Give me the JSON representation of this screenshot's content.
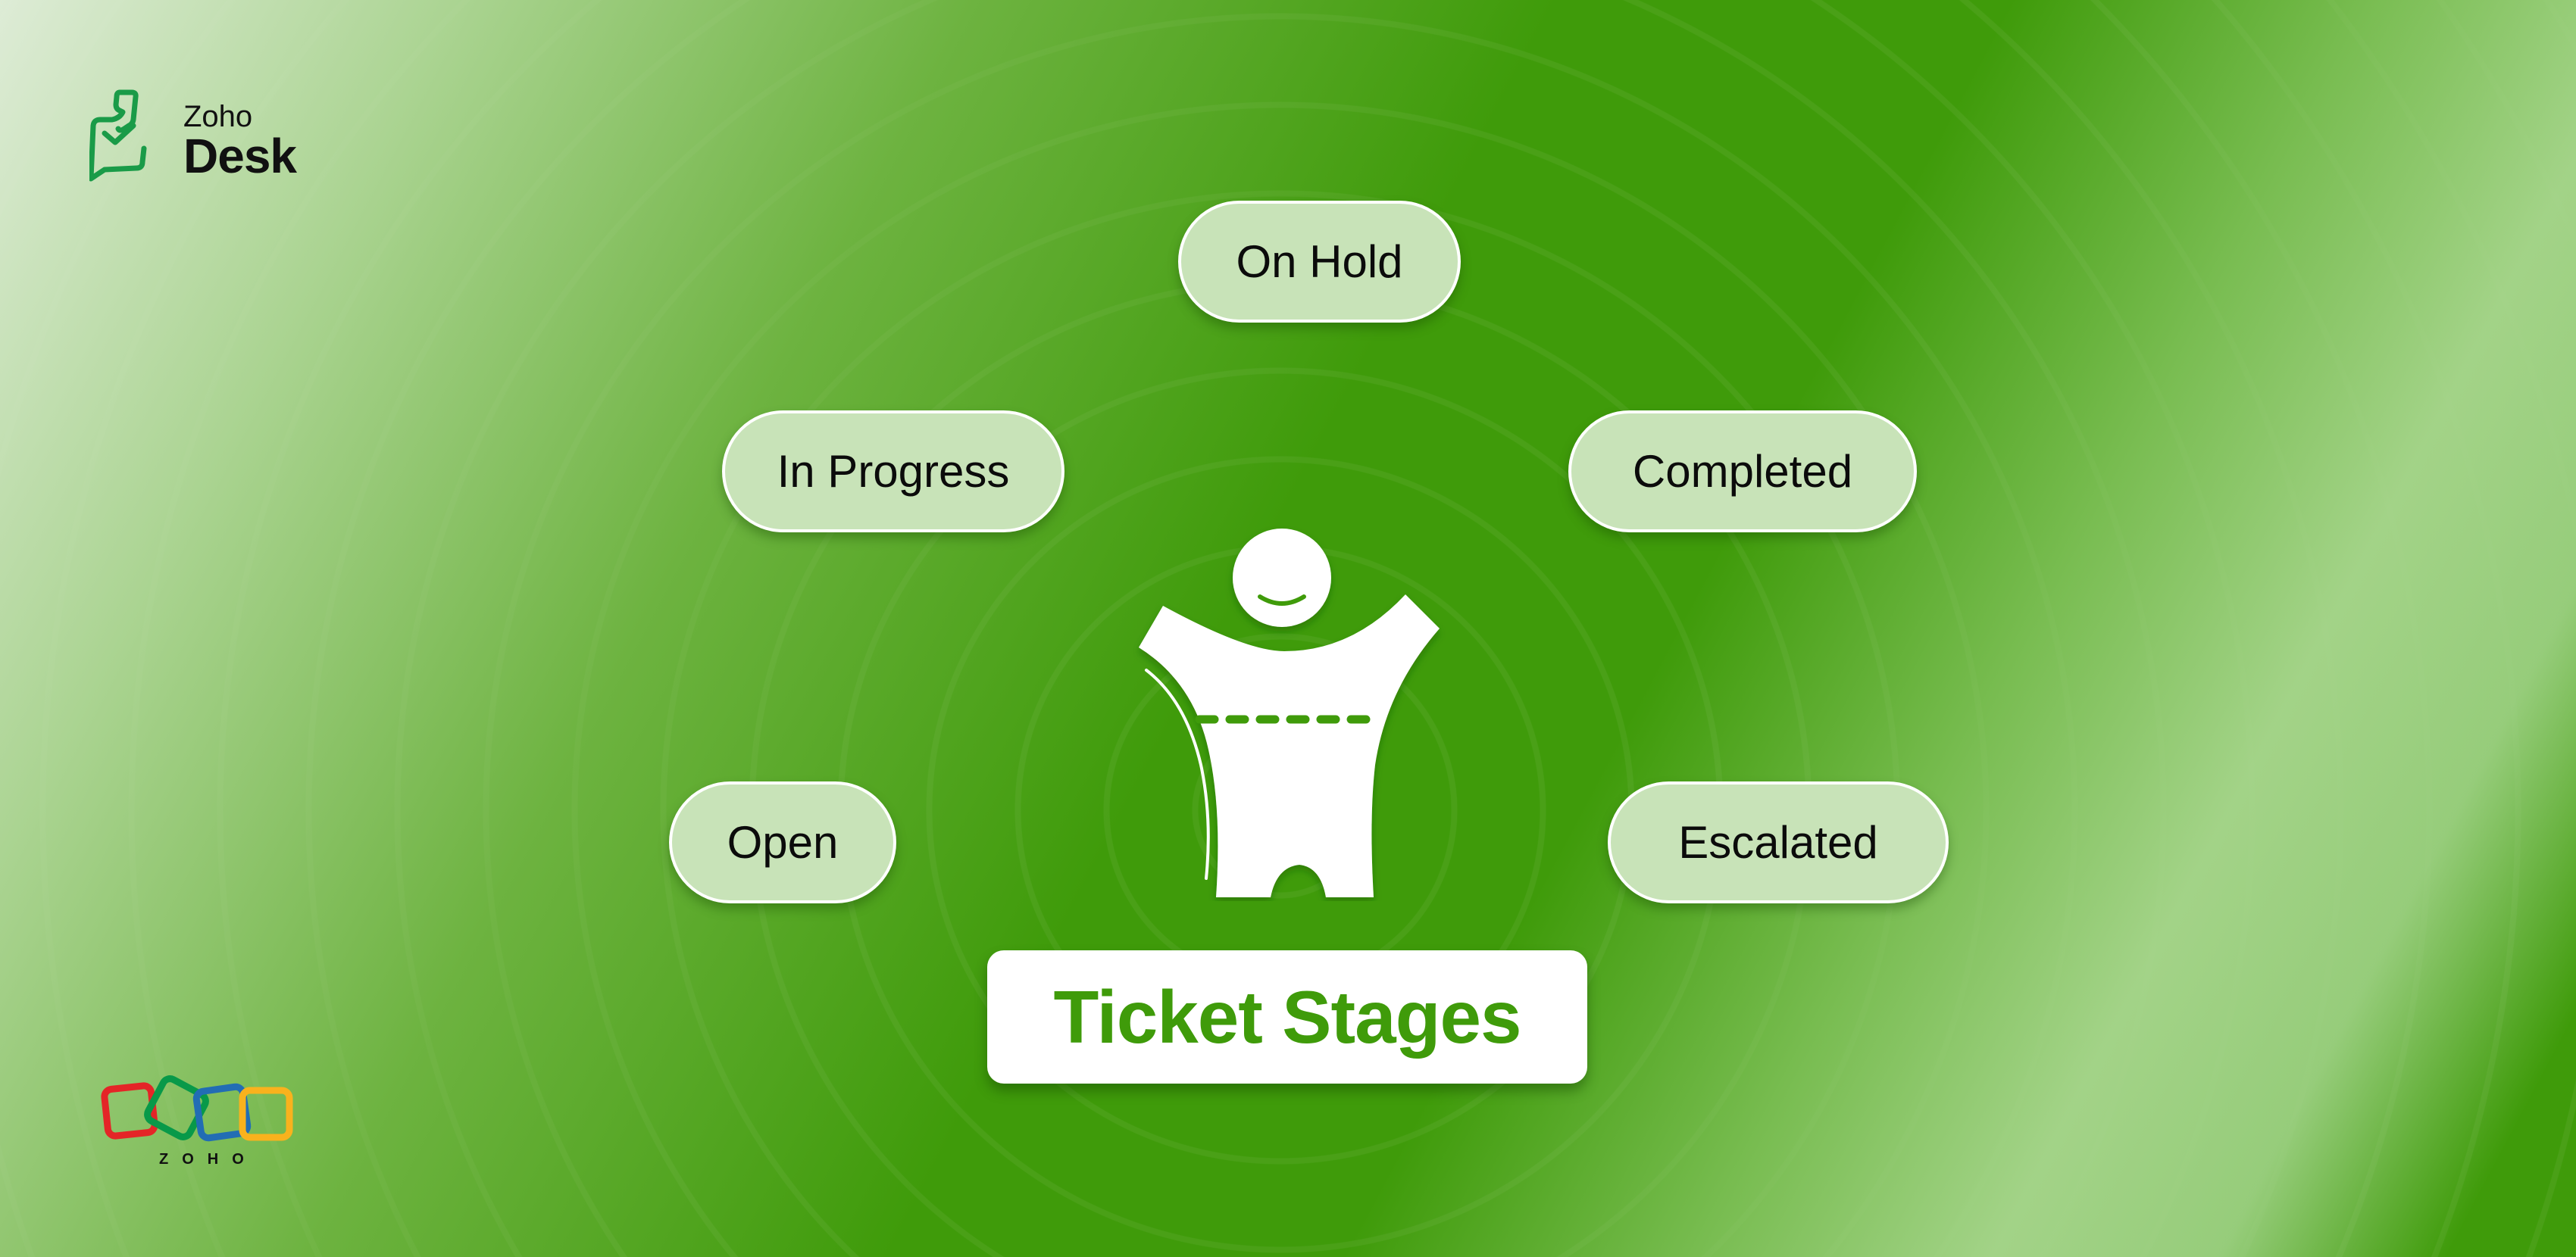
{
  "brand": {
    "product_logo": {
      "line1": "Zoho",
      "line2": "Desk",
      "icon": "zoho-desk-chat-check-icon",
      "icon_color": "#1a9b48"
    },
    "company_logo": {
      "word": "ZOHO",
      "icon": "zoho-four-squares-icon",
      "colors": [
        "#e42527",
        "#089949",
        "#226db4",
        "#f9b21d"
      ]
    }
  },
  "diagram": {
    "title": "Ticket Stages",
    "center_icon": "happy-person-arms-raised-icon",
    "stages": [
      {
        "label": "On Hold",
        "position": "top"
      },
      {
        "label": "In Progress",
        "position": "upper-left"
      },
      {
        "label": "Completed",
        "position": "upper-right"
      },
      {
        "label": "Open",
        "position": "lower-left"
      },
      {
        "label": "Escalated",
        "position": "lower-right"
      }
    ]
  },
  "colors": {
    "background": "#3f9b0a",
    "pill_fill": "#c8e3b8",
    "pill_border": "#ffffff",
    "title_text": "#3f9b0a",
    "title_box": "#ffffff"
  }
}
